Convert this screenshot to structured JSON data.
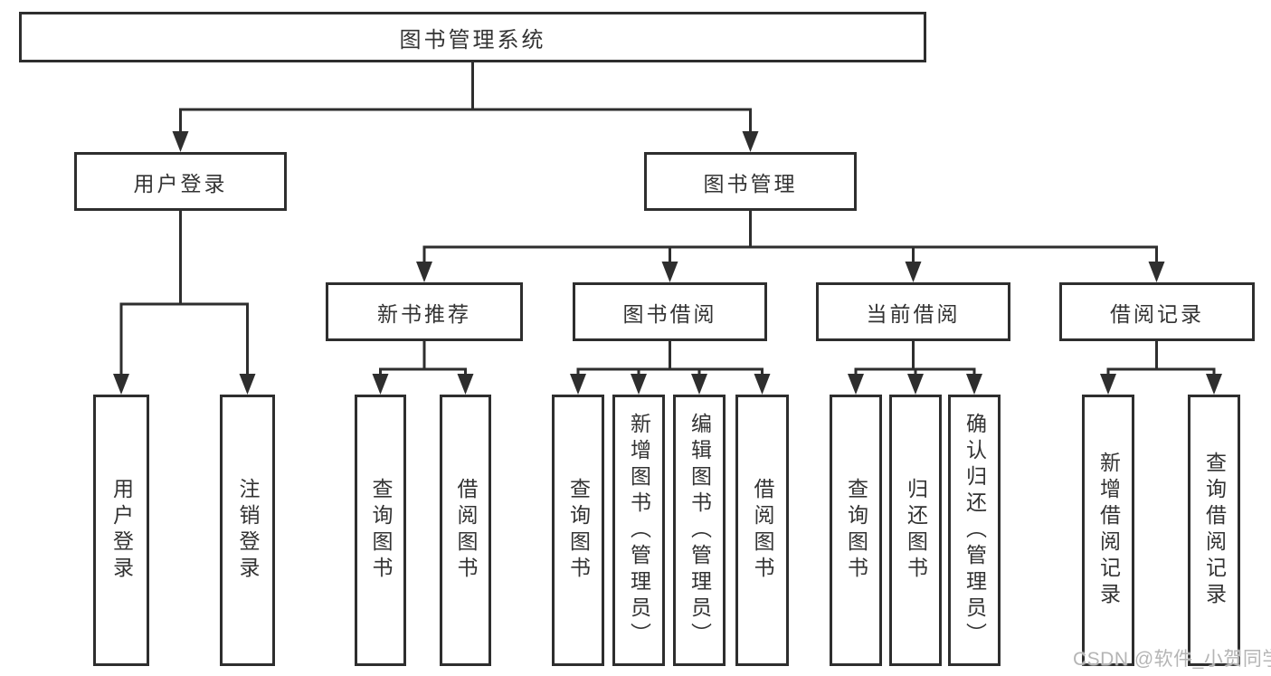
{
  "root": {
    "label": "图书管理系统"
  },
  "branches": {
    "login": {
      "label": "用户登录",
      "children": [
        {
          "label": "用户登录"
        },
        {
          "label": "注销登录"
        }
      ]
    },
    "mgmt": {
      "label": "图书管理",
      "sections": {
        "newbook": {
          "label": "新书推荐",
          "children": [
            {
              "label": "查询图书"
            },
            {
              "label": "借阅图书"
            }
          ]
        },
        "borrow": {
          "label": "图书借阅",
          "children": [
            {
              "label": "查询图书"
            },
            {
              "label": "新增图书（管理员）"
            },
            {
              "label": "编辑图书（管理员）"
            },
            {
              "label": "借阅图书"
            }
          ]
        },
        "current": {
          "label": "当前借阅",
          "children": [
            {
              "label": "查询图书"
            },
            {
              "label": "归还图书"
            },
            {
              "label": "确认归还（管理员）"
            }
          ]
        },
        "records": {
          "label": "借阅记录",
          "children": [
            {
              "label": "新增借阅记录"
            },
            {
              "label": "查询借阅记录"
            }
          ]
        }
      }
    }
  },
  "watermark": {
    "text": "CSDN @软件_小贺同学"
  },
  "colors": {
    "line": "#2e2e2e",
    "text": "#333333",
    "watermark": "#b5b5b5",
    "background": "#ffffff"
  }
}
